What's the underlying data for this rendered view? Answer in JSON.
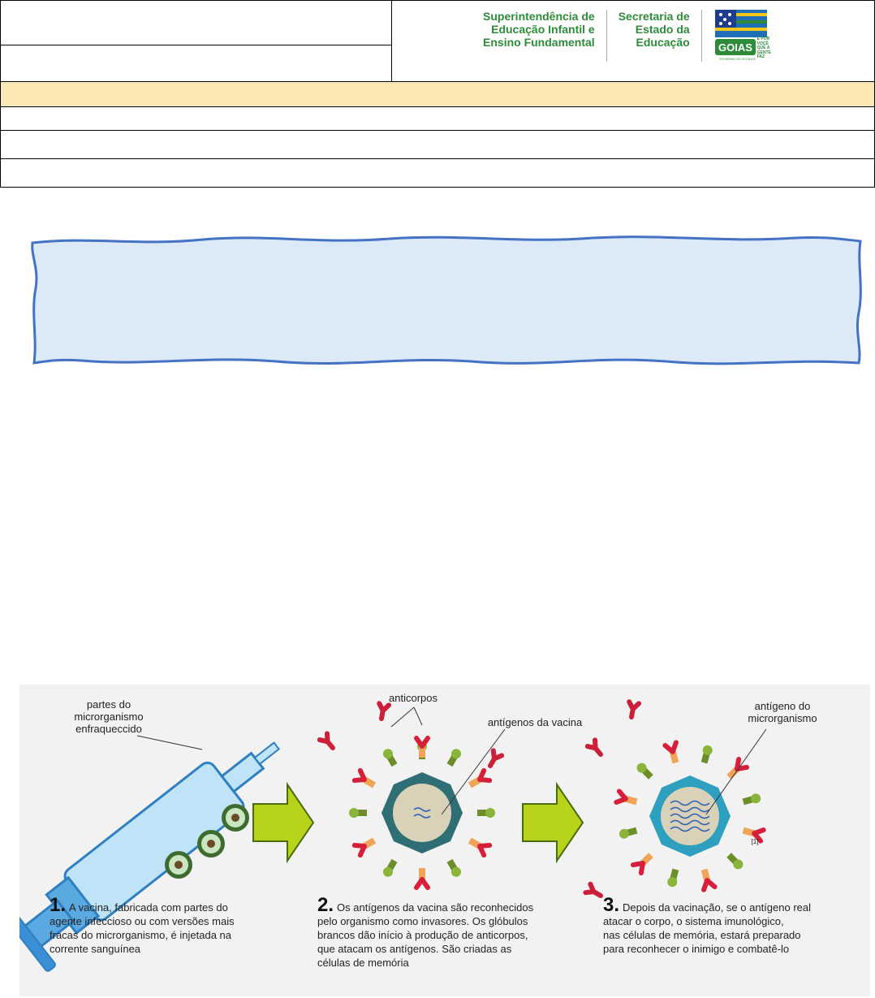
{
  "header": {
    "left_logo_text": "Superintendência de\nEducação Infantil e\nEnsino Fundamental",
    "middle_logo_text": "Secretaria de\nEstado da\nEducação",
    "goias_logo": {
      "name": "GOIAS",
      "tagline": "É POR\nVOCÊ\nQUE A\nGENTE\nFAZ",
      "footer": "GOVERNO DO ESTADO"
    }
  },
  "colors": {
    "band": "#fbe8b5",
    "box_fill": "#dce9f7",
    "box_border": "#4472c4",
    "logo_green": "#2e8b3a"
  },
  "figure": {
    "labels": {
      "microorganism_parts": "partes do\nmicrorganismo\nenfraqueccido",
      "antibodies": "anticorpos",
      "vaccine_antigens": "antígenos da vacina",
      "microorganism_antigen": "antígeno do\nmicrorganismo",
      "ref": "[1]"
    },
    "steps": [
      {
        "num": "1.",
        "text": "A vacina, fabricada com partes do\nagente infeccioso ou com versões mais\nfracas do microrganismo, é injetada na\ncorrente sanguínea"
      },
      {
        "num": "2.",
        "text": "Os antígenos da vacina são reconhecidos\npelo organismo como invasores. Os glóbulos\nbrancos dão início à produção de anticorpos,\nque atacam os antígenos. São criadas as\ncélulas de memória"
      },
      {
        "num": "3.",
        "text": "Depois da vacinação, se o antígeno real\natacar o corpo, o sistema imunológico,\nnas células de memória, estará preparado\npara reconhecer o inimigo e combatê-lo"
      }
    ]
  }
}
